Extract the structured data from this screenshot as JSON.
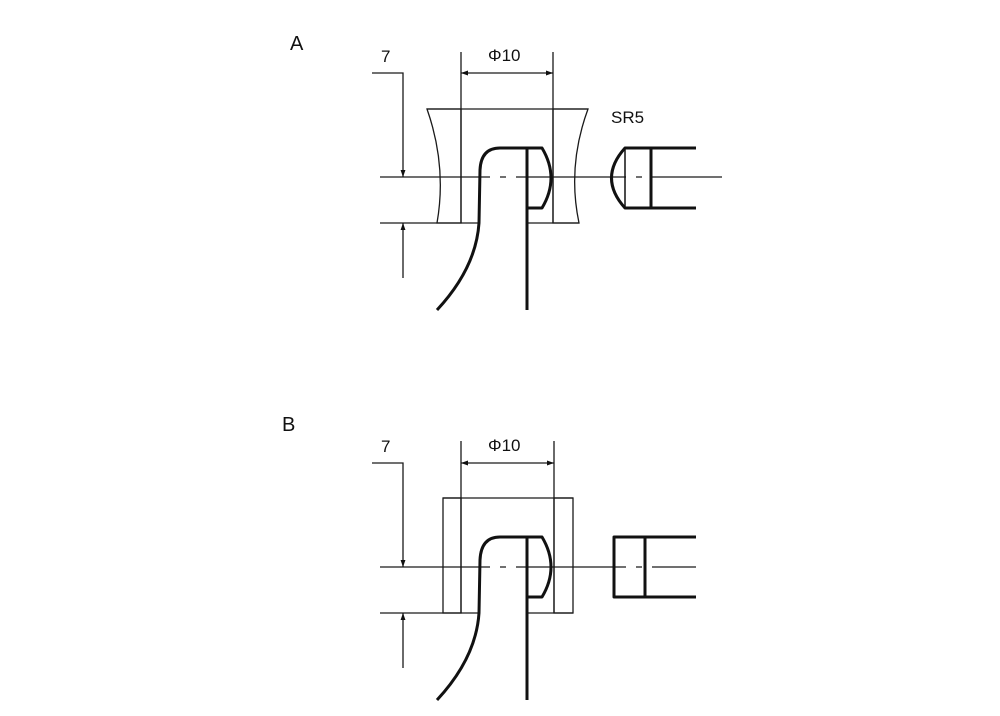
{
  "panels": [
    {
      "label": "A",
      "height_dimension": "7",
      "diameter_dimension": "Φ10",
      "radius_dimension": "SR5",
      "bushing_shape": "concave"
    },
    {
      "label": "B",
      "height_dimension": "7",
      "diameter_dimension": "Φ10",
      "bushing_shape": "straight"
    }
  ],
  "colors": {
    "line": "#111111",
    "background": "#ffffff"
  }
}
